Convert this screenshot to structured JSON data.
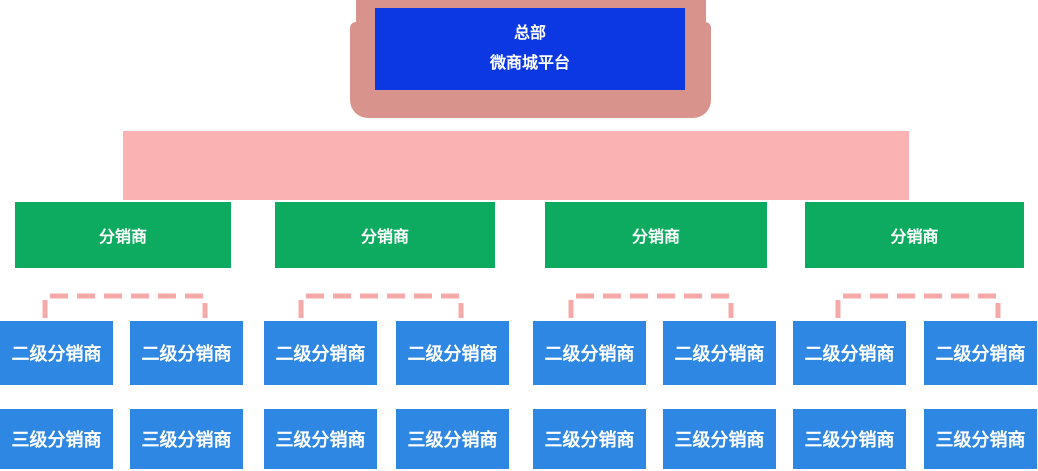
{
  "root": {
    "line1": "总部",
    "line2": "微商城平台"
  },
  "level1": [
    "分销商",
    "分销商",
    "分销商",
    "分销商"
  ],
  "level2": [
    "二级分销商",
    "二级分销商",
    "二级分销商",
    "二级分销商",
    "二级分销商",
    "二级分销商",
    "二级分销商",
    "二级分销商"
  ],
  "level3": [
    "三级分销商",
    "三级分销商",
    "三级分销商",
    "三级分销商",
    "三级分销商",
    "三级分销商",
    "三级分销商",
    "三级分销商"
  ],
  "colors": {
    "root-blue": "#0b38e2",
    "node-blue": "#2e87e2",
    "node-green": "#0dab60",
    "blob-salmon": "#d8938c",
    "bar-pink": "#fbb2b2",
    "bracket-pink": "#f7a9a8",
    "text-white": "#ffffff"
  }
}
